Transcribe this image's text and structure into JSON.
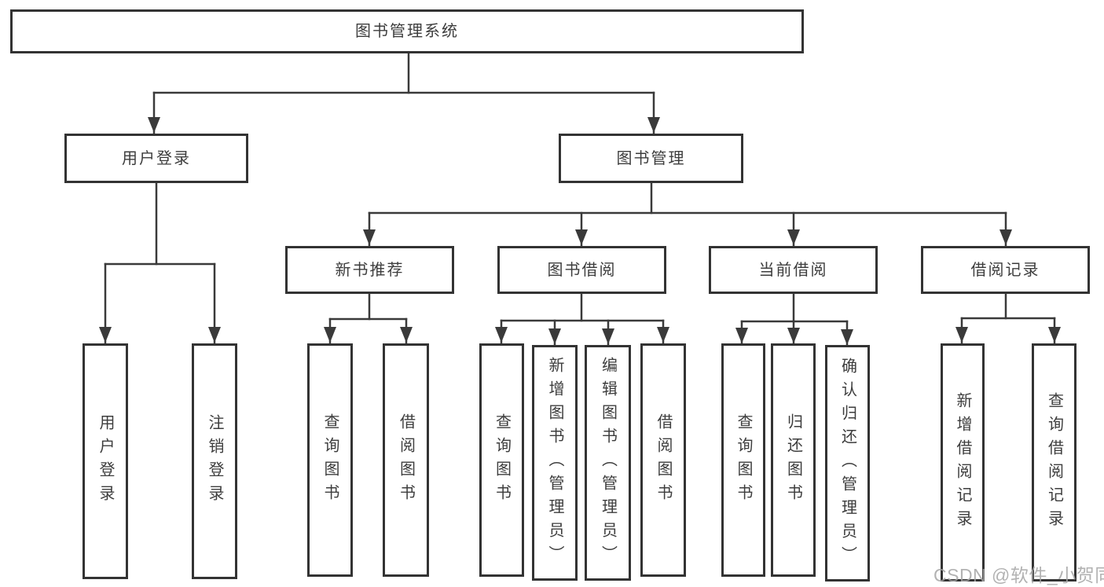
{
  "tree": {
    "root": "图书管理系统",
    "level2": [
      {
        "label": "用户登录",
        "children": [
          "用户登录",
          "注销登录"
        ]
      },
      {
        "label": "图书管理",
        "groups": [
          {
            "label": "新书推荐",
            "children": [
              "查询图书",
              "借阅图书"
            ]
          },
          {
            "label": "图书借阅",
            "children": [
              "查询图书",
              "新增图书（管理员）",
              "编辑图书（管理员）",
              "借阅图书"
            ]
          },
          {
            "label": "当前借阅",
            "children": [
              "查询图书",
              "归还图书",
              "确认归还（管理员）"
            ]
          },
          {
            "label": "借阅记录",
            "children": [
              "新增借阅记录",
              "查询借阅记录"
            ]
          }
        ]
      }
    ]
  },
  "colors": {
    "line": "#3a3a3a",
    "border": "#333333",
    "text": "#3d3d3d",
    "watermark": "#a5a5a5"
  },
  "watermark": "CSDN @软件_小贺同学"
}
